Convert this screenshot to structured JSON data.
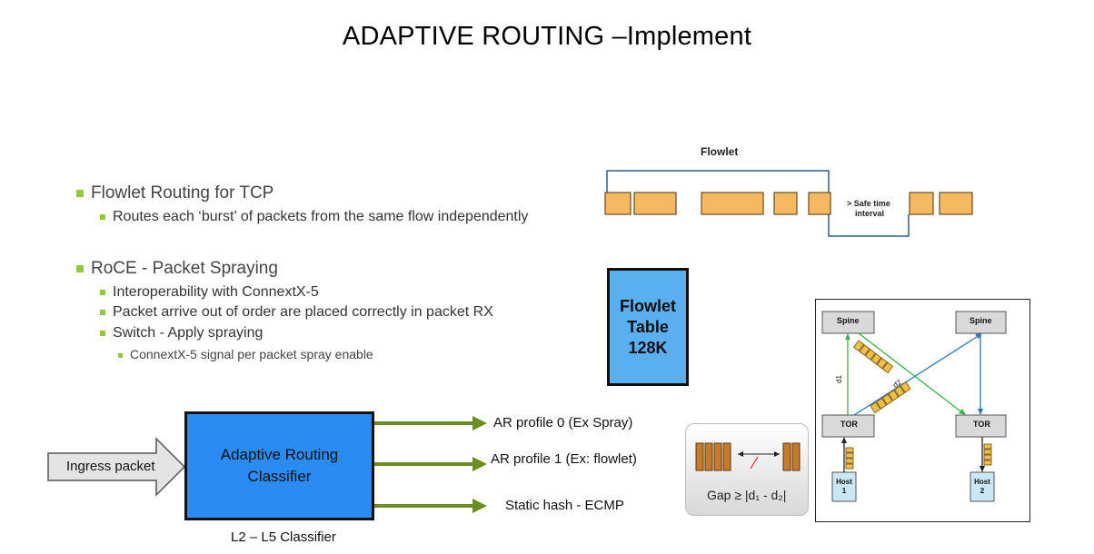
{
  "title": "ADAPTIVE ROUTING –Implement",
  "bullets": {
    "flowlet_routing": "Flowlet Routing for TCP",
    "flowlet_routing_sub": "Routes each ‘burst’ of packets from the same flow independently",
    "roce": "RoCE  - Packet Spraying",
    "roce_sub1": "Interoperability with ConnextX-5",
    "roce_sub2": "Packet arrive out of order are placed correctly in packet RX",
    "roce_sub3": "Switch  - Apply spraying",
    "roce_sub3_sub": "ConnextX-5  signal  per packet spray enable"
  },
  "flowlet_diagram": {
    "label": "Flowlet",
    "safe_time_line1": "> Safe time",
    "safe_time_line2": "interval"
  },
  "flowlet_table": {
    "line1": "Flowlet",
    "line2": "Table",
    "line3": "128K"
  },
  "classifier": {
    "ingress": "Ingress packet",
    "line1": "Adaptive Routing",
    "line2": "Classifier",
    "caption": "L2 – L5 Classifier",
    "outputs": [
      "AR profile 0 (Ex Spray)",
      "AR profile 1 (Ex: flowlet)",
      "Static  hash - ECMP"
    ]
  },
  "gap": {
    "label": "Gap ≥ |d₁ - d₂|"
  },
  "network": {
    "spine_left": "Spine",
    "spine_right": "Spine",
    "tor_left": "TOR",
    "tor_right": "TOR",
    "host1_line1": "Host",
    "host1_line2": "1",
    "host2_line1": "Host",
    "host2_line2": "2",
    "d1": "d1",
    "d2": "d2"
  },
  "colors": {
    "packet": "#f5b961",
    "flowlet_table_fill": "#5aafef",
    "classifier_fill": "#2a8cf0",
    "output_arrow": "#6b8e23",
    "bullet_square": "#92c83e",
    "link_green": "#3cb04a",
    "link_blue": "#2e75b6"
  }
}
